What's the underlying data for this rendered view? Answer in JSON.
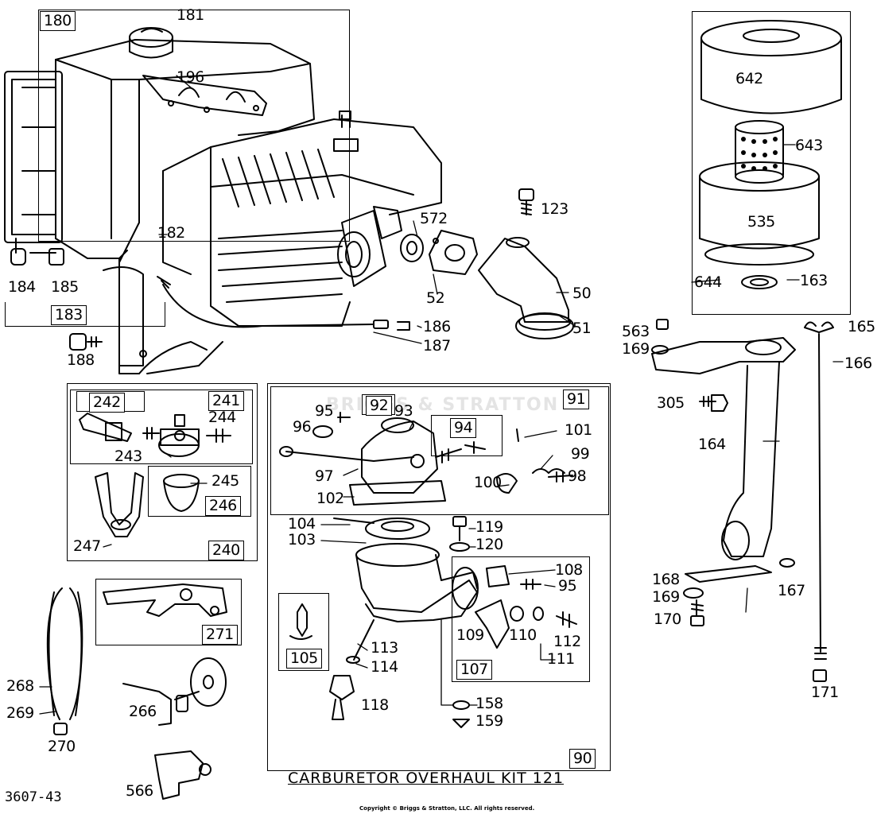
{
  "diagram": {
    "box_labels": [
      "180",
      "183",
      "240",
      "241",
      "242",
      "246",
      "271",
      "90",
      "91",
      "92",
      "94",
      "105",
      "107"
    ],
    "part_labels": [
      "181",
      "196",
      "182",
      "184",
      "185",
      "188",
      "123",
      "572",
      "52",
      "50",
      "51",
      "186",
      "187",
      "642",
      "643",
      "535",
      "644",
      "163",
      "563",
      "169",
      "165",
      "166",
      "305",
      "164",
      "168",
      "169",
      "167",
      "170",
      "171",
      "95",
      "96",
      "93",
      "101",
      "97",
      "99",
      "100",
      "98",
      "102",
      "243",
      "244",
      "245",
      "247",
      "104",
      "103",
      "119",
      "120",
      "108",
      "95",
      "109",
      "110",
      "112",
      "111",
      "113",
      "114",
      "118",
      "158",
      "159",
      "268",
      "269",
      "270",
      "266",
      "566"
    ],
    "kit_title": "CARBURETOR OVERHAUL KIT 121",
    "drawing_number": "3607-43",
    "copyright": "Copyright © Briggs & Stratton, LLC. All rights reserved.",
    "watermark": "BRIGGS & STRATTON"
  }
}
